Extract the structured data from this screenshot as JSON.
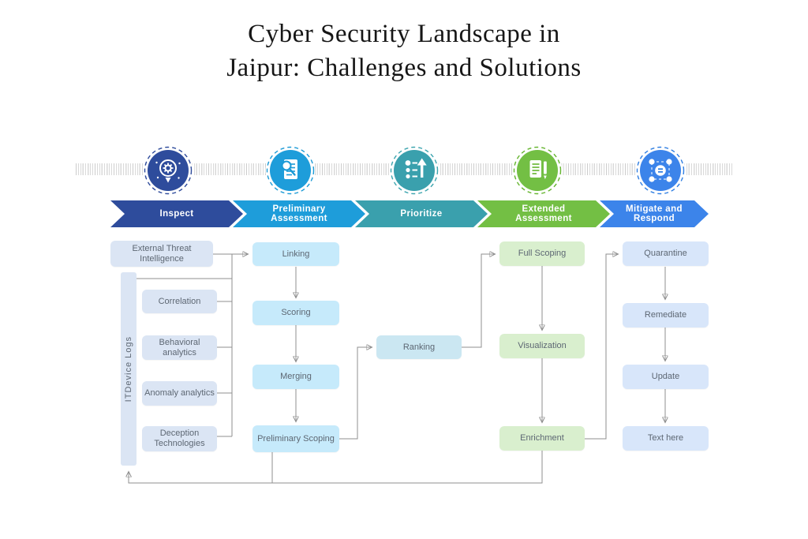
{
  "title": {
    "line1": "Cyber Security Landscape in",
    "line2": "Jaipur: Challenges and Solutions"
  },
  "stages": [
    {
      "label": "Inspect",
      "line1": "Inspect",
      "line2": "",
      "color": "#2e4c9c",
      "icon_color": "#2d4a9b",
      "icon": "magnifier-gear-icon"
    },
    {
      "label": "Preliminary Assessment",
      "line1": "Preliminary",
      "line2": "Assessment",
      "color": "#1e9dda",
      "icon_color": "#1b9ad6",
      "icon": "document-search-icon"
    },
    {
      "label": "Prioritize",
      "line1": "Prioritize",
      "line2": "",
      "color": "#3aa0ad",
      "icon_color": "#3ba4ae",
      "icon": "priority-list-arrow-icon"
    },
    {
      "label": "Extended Assessment",
      "line1": "Extended",
      "line2": "Assessment",
      "color": "#73bf44",
      "icon_color": "#64b42d",
      "icon": "document-edit-icon"
    },
    {
      "label": "Mitigate and Respond",
      "line1": "Mitigate and",
      "line2": "Respond",
      "color": "#3c84ea",
      "icon_color": "#2f7ee2",
      "icon": "network-hub-icon"
    }
  ],
  "nodes": {
    "eti": "External Threat Intelligence",
    "device_logs": "ITDevice Logs",
    "correlation": "Correlation",
    "behavioral": "Behavioral analytics",
    "anomaly": "Anomaly analytics",
    "deception": "Deception Technologies",
    "linking": "Linking",
    "scoring": "Scoring",
    "merging": "Merging",
    "prelim_scoping": "Preliminary Scoping",
    "ranking": "Ranking",
    "full_scoping": "Full Scoping",
    "visualization": "Visualization",
    "enrichment": "Enrichment",
    "quarantine": "Quarantine",
    "remediate": "Remediate",
    "update": "Update",
    "text_here": "Text here"
  },
  "colors": {
    "node_lavender": "#dbe5f4",
    "node_cyan": "#c6eafb",
    "node_ranking": "#cbe7f2",
    "node_green": "#d9efce",
    "node_blue": "#d8e6fa",
    "connector": "#8f8f8f",
    "node_text": "#5d6773",
    "title_text": "#161616"
  }
}
